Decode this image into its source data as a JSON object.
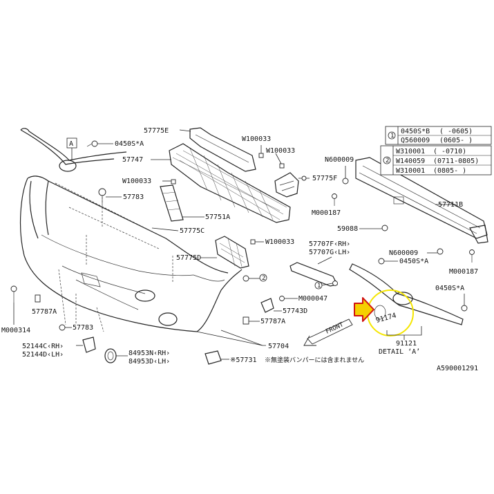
{
  "labels": {
    "p57775E": "57775E",
    "p0450SA": "0450S*A",
    "pW100033a": "W100033",
    "pW100033b": "W100033",
    "pN600009": "N600009",
    "p57747": "57747",
    "pW100033c": "W100033",
    "p57775F": "57775F",
    "p57783a": "57783",
    "pM000187a": "M000187",
    "p57711B": "57711B",
    "p57751A": "57751A",
    "p57775C": "57775C",
    "p59088": "59088",
    "pW100033d": "W100033",
    "p57707F": "57707F‹RH›",
    "p57707G": "57707G‹LH›",
    "pN600009b": "N600009",
    "p0450SAb": "0450S*A",
    "p57775D": "57775D",
    "pM000187b": "M000187",
    "p0450SAc": "0450S*A",
    "pM000047": "M000047",
    "p57787Aa": "57787A",
    "p57743D": "57743D",
    "p57787Ab": "57787A",
    "pM000314": "M000314",
    "p57783b": "57783",
    "p52144C": "52144C‹RH›",
    "p52144D": "52144D‹LH›",
    "p84953N": "84953N‹RH›",
    "p84953D": "84953D‹LH›",
    "p57704": "57704",
    "p57731": "※57731",
    "p91174": "91174",
    "p91121": "91121",
    "detailA": "DETAIL ‘A’",
    "front": "FRONT",
    "note": "※無塗装バンパーには含まれません",
    "diagramCode": "A590001291",
    "markerA": "A",
    "marker1": "1",
    "marker2": "2"
  },
  "table1": {
    "marker": "1",
    "rows": [
      {
        "part": "0450S*B",
        "range": "(     -0605)"
      },
      {
        "part": "Q560009",
        "range": "(0605-     )"
      }
    ]
  },
  "table2": {
    "marker": "2",
    "rows": [
      {
        "part": "W310001",
        "range": "(     -0710)"
      },
      {
        "part": "W140059",
        "range": "(0711-0805)"
      },
      {
        "part": "W310001",
        "range": "(0805-     )"
      }
    ]
  },
  "colors": {
    "arrow": "#f5d000",
    "arrow_outline": "#d01010",
    "highlight_circle": "#f5e600",
    "line": "#222222"
  }
}
